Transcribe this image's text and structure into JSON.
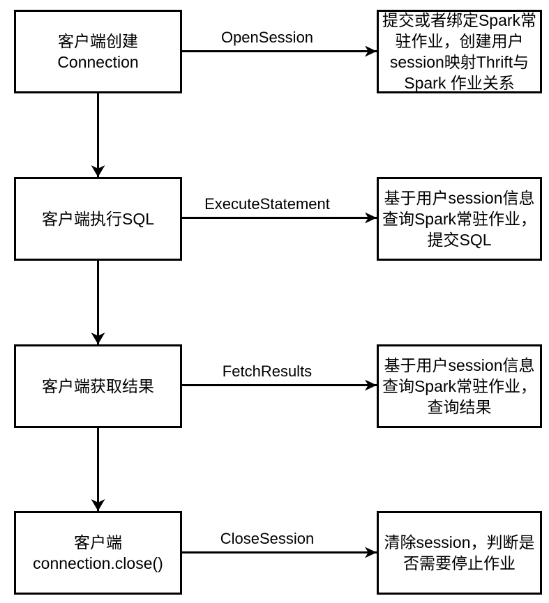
{
  "diagram": {
    "background_color": "#ffffff",
    "stroke_color": "#000000",
    "text_color": "#000000",
    "type": "flowchart"
  },
  "rows": [
    {
      "left": "客户端创建\nConnection",
      "arrow_label": "OpenSession",
      "right": "提交或者绑定Spark常\n驻作业，创建用户\nsession映射Thrift与\nSpark 作业关系"
    },
    {
      "left": "客户端执行SQL",
      "arrow_label": "ExecuteStatement",
      "right": "基于用户session信息\n查询Spark常驻作业，\n提交SQL"
    },
    {
      "left": "客户端获取结果",
      "arrow_label": "FetchResults",
      "right": "基于用户session信息\n查询Spark常驻作业，\n查询结果"
    },
    {
      "left": "客户端\nconnection.close()",
      "arrow_label": "CloseSession",
      "right": "清除session，判断是\n否需要停止作业"
    }
  ]
}
